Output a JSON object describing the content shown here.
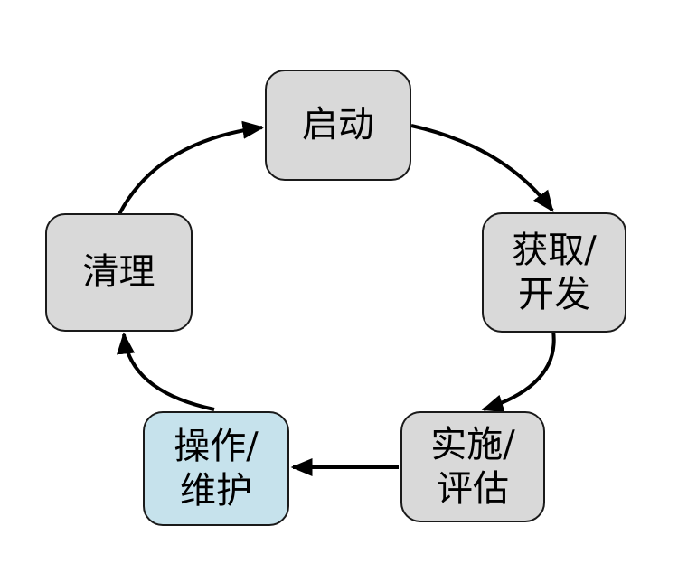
{
  "diagram": {
    "description": "Five-phase lifecycle cycle diagram, clockwise flow",
    "background": "#ffffff",
    "node_border": "#1a1a1a",
    "text_color": "#000000",
    "arrow_color": "#000000",
    "nodes": [
      {
        "id": "qidong",
        "label": "启动",
        "fill": "#d9d9d9"
      },
      {
        "id": "huoqu",
        "label": "获取/\n开发",
        "fill": "#d9d9d9"
      },
      {
        "id": "shishi",
        "label": "实施/\n评估",
        "fill": "#d9d9d9"
      },
      {
        "id": "caozuo",
        "label": "操作/\n维护",
        "fill": "#c6e2ec"
      },
      {
        "id": "qingli",
        "label": "清理",
        "fill": "#d9d9d9"
      }
    ],
    "edges": [
      {
        "from": "启动",
        "to": "获取/开发"
      },
      {
        "from": "获取/开发",
        "to": "实施/评估"
      },
      {
        "from": "实施/评估",
        "to": "操作/维护"
      },
      {
        "from": "操作/维护",
        "to": "清理"
      },
      {
        "from": "清理",
        "to": "启动"
      }
    ]
  }
}
